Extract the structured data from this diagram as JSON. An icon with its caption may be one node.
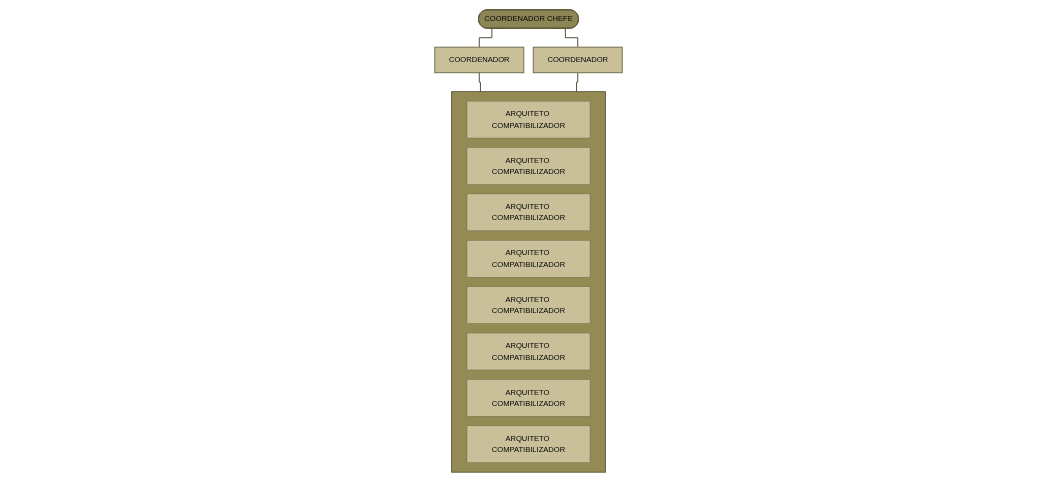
{
  "diagram": {
    "nodes": [
      {
        "text": [
          "COORDENADOR CHEFE"
        ]
      },
      {
        "text": [
          "COORDENADOR"
        ]
      },
      {
        "text": [
          "COORDENADOR"
        ]
      },
      {
        "text": [],
        "shape": "box"
      },
      {
        "text": [
          "ARQUITETO COMPATIBILIZADOR"
        ],
        "in": 3
      },
      {
        "text": [
          "ARQUITETO COMPATIBILIZADOR"
        ],
        "in": 3
      },
      {
        "text": [
          "ARQUITETO COMPATIBILIZADOR"
        ],
        "in": 3
      },
      {
        "text": [
          "ARQUITETO COMPATIBILIZADOR"
        ],
        "in": 3
      },
      {
        "text": [
          "ARQUITETO COMPATIBILIZADOR"
        ],
        "in": 3
      },
      {
        "text": [
          "ARQUITETO COMPATIBILIZADOR"
        ],
        "in": 3
      },
      {
        "text": [
          "ARQUITETO COMPATIBILIZADOR"
        ],
        "in": 3
      },
      {
        "text": [
          "ARQUITETO COMPATIBILIZADOR"
        ],
        "in": 3
      }
    ],
    "edges": [
      {
        "from": 0,
        "to": 1,
        "arrow": "none"
      },
      {
        "from": 0,
        "to": 2,
        "arrow": "none"
      },
      {
        "from": 1,
        "to": 3,
        "arrow": "none"
      },
      {
        "from": 2,
        "to": 3,
        "arrow": "none"
      }
    ]
  }
}
